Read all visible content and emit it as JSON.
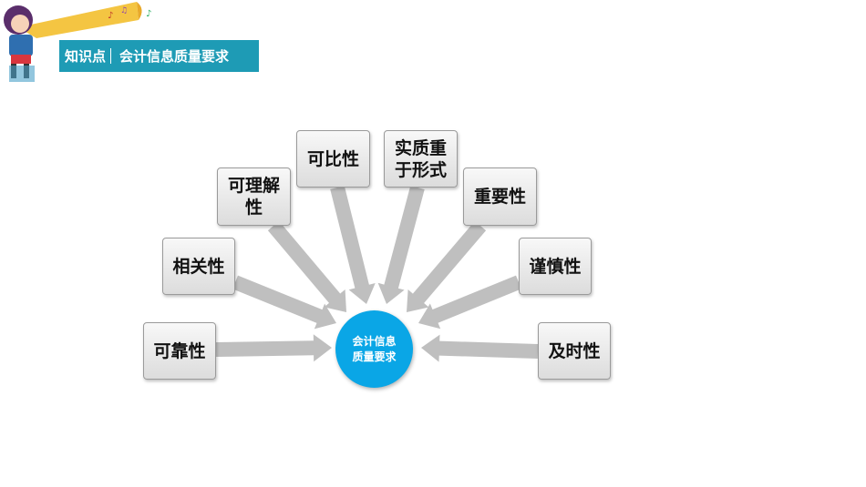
{
  "header": {
    "tag": "知识点",
    "title": "会计信息质量要求"
  },
  "diagram": {
    "center": "会计信息质量要求",
    "nodes": [
      "可靠性",
      "相关性",
      "可理解性",
      "可比性",
      "实质重于形式",
      "重要性",
      "谨慎性",
      "及时性"
    ]
  },
  "colors": {
    "title_bg": "#1e9bb5",
    "center_fill": "#0aa6e6",
    "arrow": "#bfbfbf"
  }
}
